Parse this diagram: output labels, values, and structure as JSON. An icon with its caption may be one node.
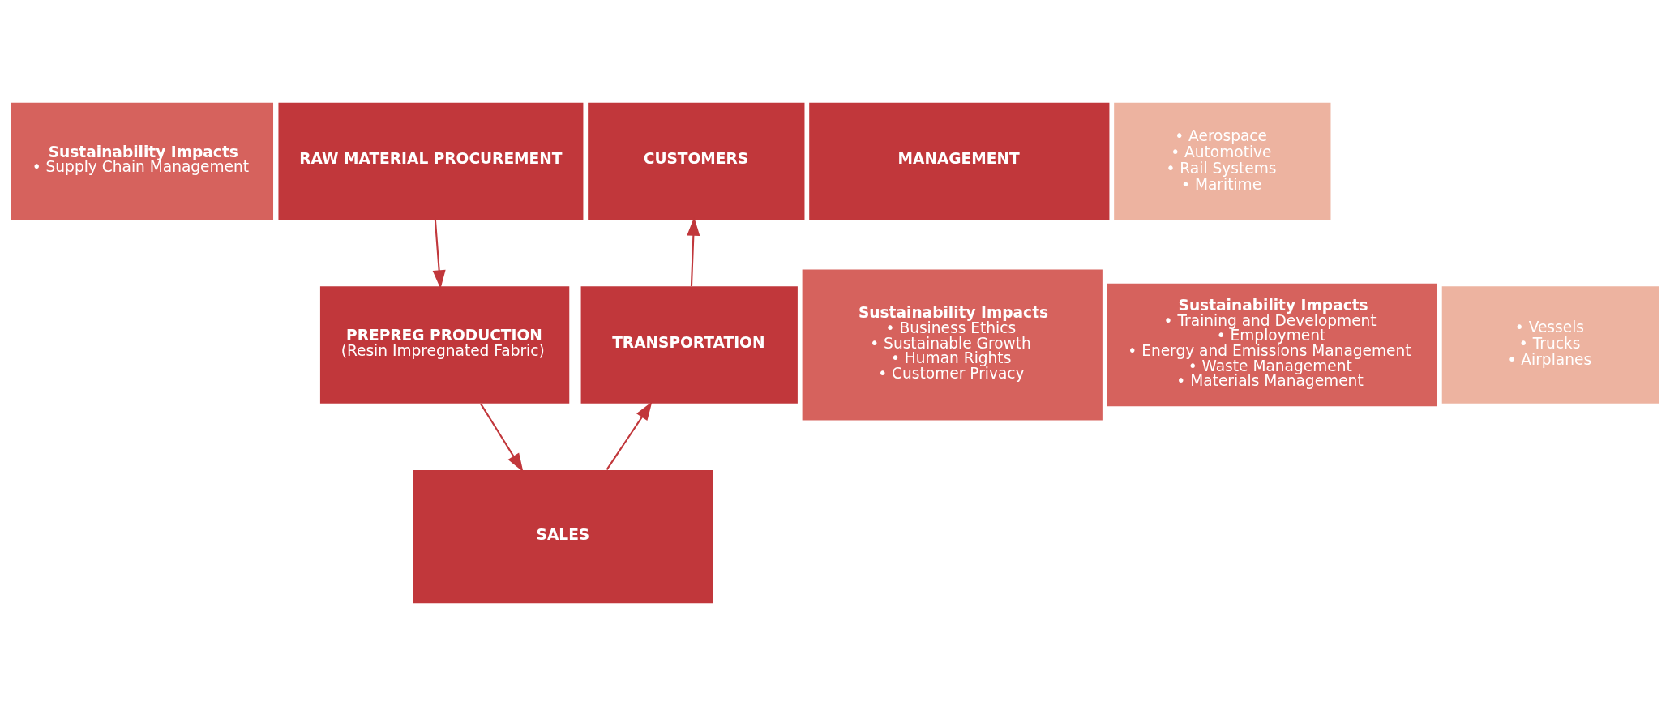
{
  "diagram": {
    "nodes": [
      {
        "text": [
          "Sustainability Impacts",
          "• Supply Chain Management"
        ]
      },
      {
        "text": [
          "RAW MATERIAL PROCUREMENT"
        ]
      },
      {
        "text": [
          "MANAGEMENT"
        ]
      },
      {
        "text": [
          "Sustainability Impacts",
          "• Business Ethics",
          "• Sustainable Growth",
          "• Human Rights",
          "• Customer Privacy"
        ]
      },
      {
        "text": [
          "CUSTOMERS"
        ]
      },
      {
        "text": [
          "• Aerospace",
          "• Automotive",
          "• Rail Systems",
          "• Maritime"
        ]
      },
      {
        "text": [
          "Sustainability Impacts",
          "• Training and Development",
          "• Employment",
          "• Energy and Emissions Management",
          "• Waste Management",
          "• Materials Management"
        ]
      },
      {
        "text": [
          "PREPREG PRODUCTION",
          "(Resin Impregnated Fabric)"
        ]
      },
      {
        "text": [
          "TRANSPORTATION"
        ]
      },
      {
        "text": [
          "• Vessels",
          "• Trucks",
          "• Airplanes"
        ]
      },
      {
        "text": [
          "SALES"
        ]
      }
    ],
    "edges": [
      {
        "from": 1,
        "to": 7,
        "arrow": "to"
      },
      {
        "from": 7,
        "to": 10,
        "arrow": "to"
      },
      {
        "from": 10,
        "to": 8,
        "arrow": "to"
      },
      {
        "from": 8,
        "to": 4,
        "arrow": "to"
      }
    ]
  }
}
